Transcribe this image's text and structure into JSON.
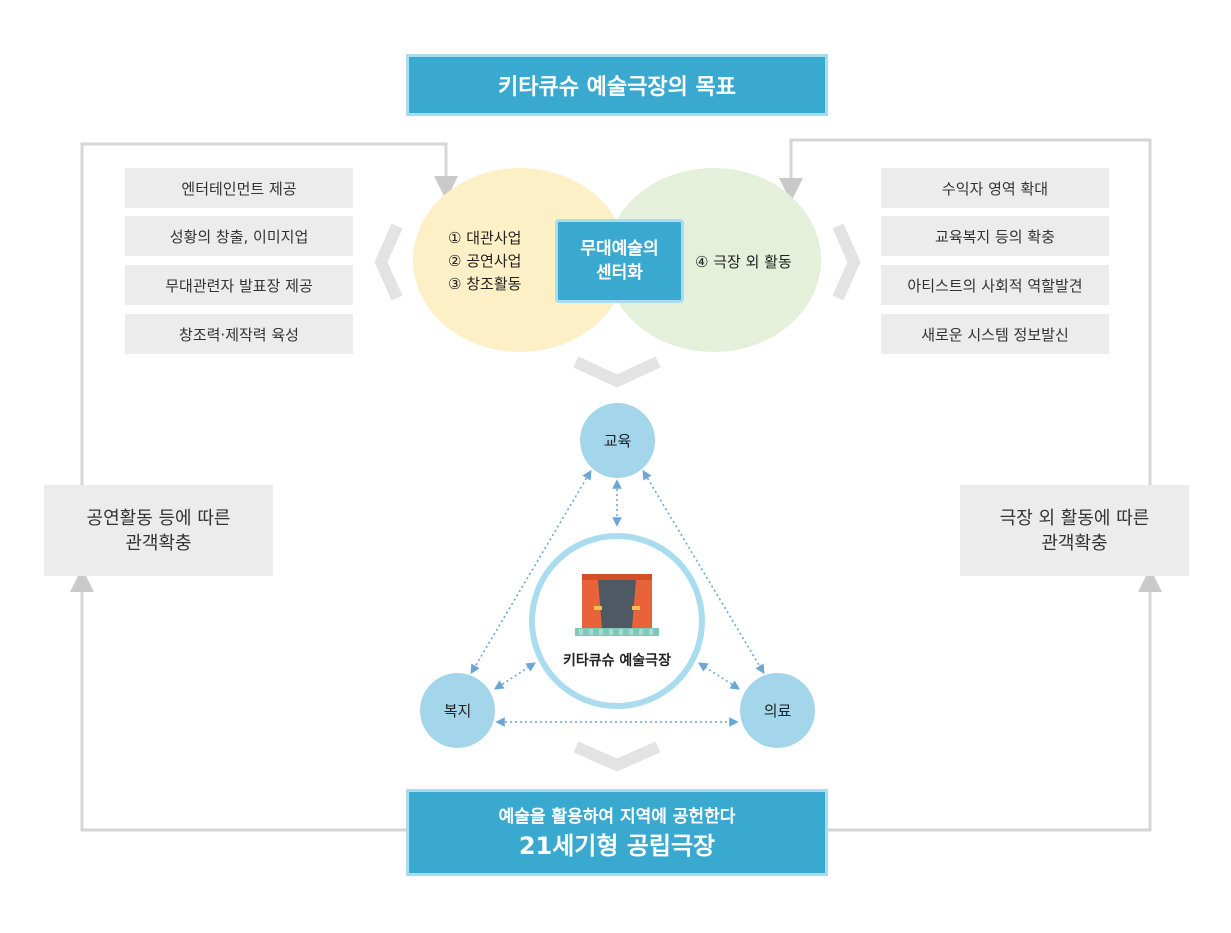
{
  "title": "키타큐슈 예술극장의 목표",
  "left_list": [
    "엔터테인먼트 제공",
    "성황의 창출, 이미지업",
    "무대관련자 발표장 제공",
    "창조력·제작력 육성"
  ],
  "right_list": [
    "수익자 영역 확대",
    "교육복지 등의 확충",
    "아티스트의 사회적 역할발견",
    "새로운 시스템 정보발신"
  ],
  "venn": {
    "left_lines": [
      "① 대관사업",
      "② 공연사업",
      "③ 창조활동"
    ],
    "right_text": "④ 극장 외 활동",
    "center_line1": "무대예술의",
    "center_line2": "센터화"
  },
  "nodes": {
    "top": "교육",
    "left": "복지",
    "right": "의료"
  },
  "theater_label": "키타큐슈 예술극장",
  "left_side": {
    "line1": "공연활동 등에 따른",
    "line2": "관객확충"
  },
  "right_side": {
    "line1": "극장 외 활동에 따른",
    "line2": "관객확충"
  },
  "goal": {
    "line1": "예술을 활용하여 지역에 공헌한다",
    "line2": "21세기형 공립극장"
  },
  "colors": {
    "accent": "#3aa9cf",
    "accent_border": "#a9dcef",
    "venn_left": "#fdf0c6",
    "venn_right": "#e3efd8",
    "node": "#a3d6ea",
    "gray": "#ececec",
    "line": "#d6d6d6"
  }
}
